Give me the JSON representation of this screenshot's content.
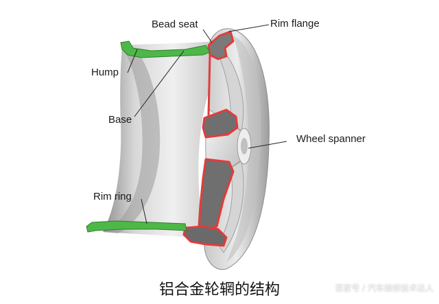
{
  "labels": {
    "bead_seat": "Bead seat",
    "rim_flange": "Rim flange",
    "hump": "Hump",
    "base": "Base",
    "wheel_spanner": "Wheel spanner",
    "rim_ring": "Rim ring"
  },
  "caption": "铝合金轮辋的结构",
  "watermark": "百家号 / 汽车维修技术达人",
  "colors": {
    "section_red": "#e23b3b",
    "section_green": "#4db848",
    "metal_light": "#e6e6e6",
    "metal_shadow": "#a9a9a9",
    "leader_line": "#222222"
  }
}
